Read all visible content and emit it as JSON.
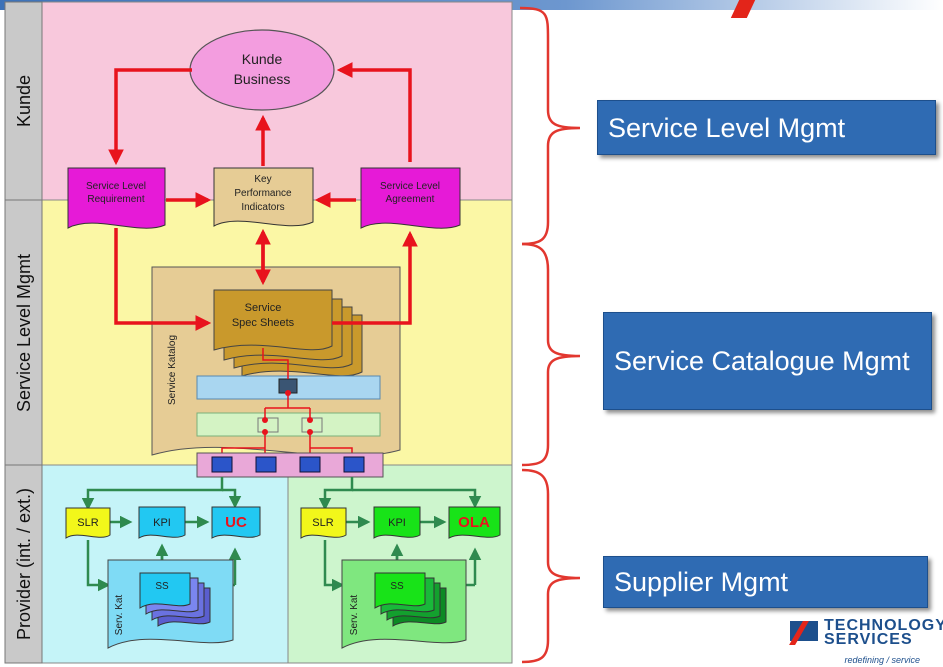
{
  "lanes": {
    "kunde": "Kunde",
    "slm": "Service Level Mgmt",
    "provider": "Provider (int. / ext.)"
  },
  "nodes": {
    "kunde_business": [
      "Kunde",
      "Business"
    ],
    "slr": [
      "Service Level",
      "Requirement"
    ],
    "kpi_top": [
      "Key",
      "Performance",
      "Indicators"
    ],
    "sla": [
      "Service Level",
      "Agreement"
    ],
    "spec_sheets": [
      "Service",
      "Spec Sheets"
    ],
    "service_katalog": "Service Katalog"
  },
  "provider_left": {
    "slr": "SLR",
    "kpi": "KPI",
    "uc": "UC",
    "ss": "SS",
    "kat": "Serv. Kat"
  },
  "provider_right": {
    "slr": "SLR",
    "kpi": "KPI",
    "ola": "OLA",
    "ss": "SS",
    "kat": "Serv. Kat"
  },
  "right_labels": {
    "slm": "Service Level Mgmt",
    "scm": "Service Catalogue Mgmt",
    "supplier": "Supplier Mgmt"
  },
  "logo": {
    "line1": "TECHNOLOGY",
    "line2": "SERVICES",
    "tagline": "redefining / service"
  },
  "colors": {
    "kunde_bg": "#f8c8dc",
    "slm_bg": "#fbf7a5",
    "prov_left_bg": "#c5f4f8",
    "prov_right_bg": "#cdf5cd",
    "arrow_red": "#e8131d",
    "arrow_green": "#2f8a4f",
    "label_box": "#2f6bb3"
  }
}
